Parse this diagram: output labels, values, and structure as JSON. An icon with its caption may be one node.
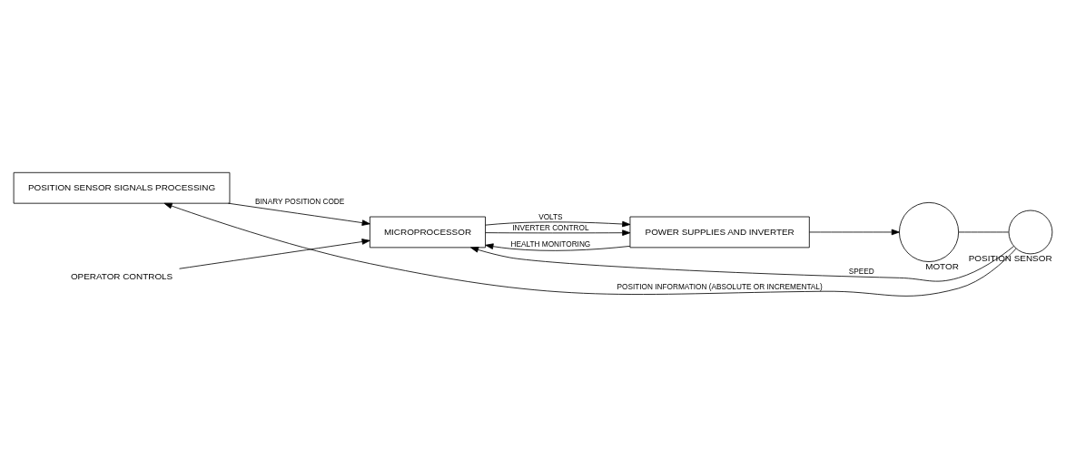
{
  "diagram": {
    "nodes": [
      {
        "text": [
          "POSITION SENSOR SIGNALS PROCESSING"
        ]
      },
      {
        "text": [
          "MICROPROCESSOR"
        ]
      },
      {
        "text": [
          "POWER SUPPLIES AND INVERTER"
        ]
      },
      {
        "text": [],
        "shape": "circle",
        "beside": [
          "MOTOR"
        ]
      },
      {
        "text": [],
        "shape": "circle",
        "beside": [
          "POSITION SENSOR"
        ]
      },
      {
        "text": [
          "OPERATOR CONTROLS"
        ]
      }
    ],
    "edges": [
      {
        "from": 5,
        "to": 1,
        "arrow": "to"
      },
      {
        "from": 0,
        "to": 1,
        "arrow": "to",
        "label": "BINARY POSITION CODE"
      },
      {
        "from": 1,
        "to": 2,
        "arrow": "to",
        "label": "VOLTS"
      },
      {
        "from": 1,
        "to": 2,
        "arrow": "to",
        "label": "INVERTER CONTROL"
      },
      {
        "from": 2,
        "to": 1,
        "arrow": "to",
        "label": "HEALTH MONITORING"
      },
      {
        "from": 2,
        "to": 3,
        "arrow": "to"
      },
      {
        "from": 3,
        "to": 4,
        "arrow": "none"
      },
      {
        "from": 4,
        "to": 0,
        "arrow": "to",
        "label": "POSITION INFORMATION (ABSOLUTE OR INCREMENTAL)"
      },
      {
        "from": 4,
        "to": 1,
        "arrow": "to",
        "label": "SPEED"
      }
    ]
  }
}
